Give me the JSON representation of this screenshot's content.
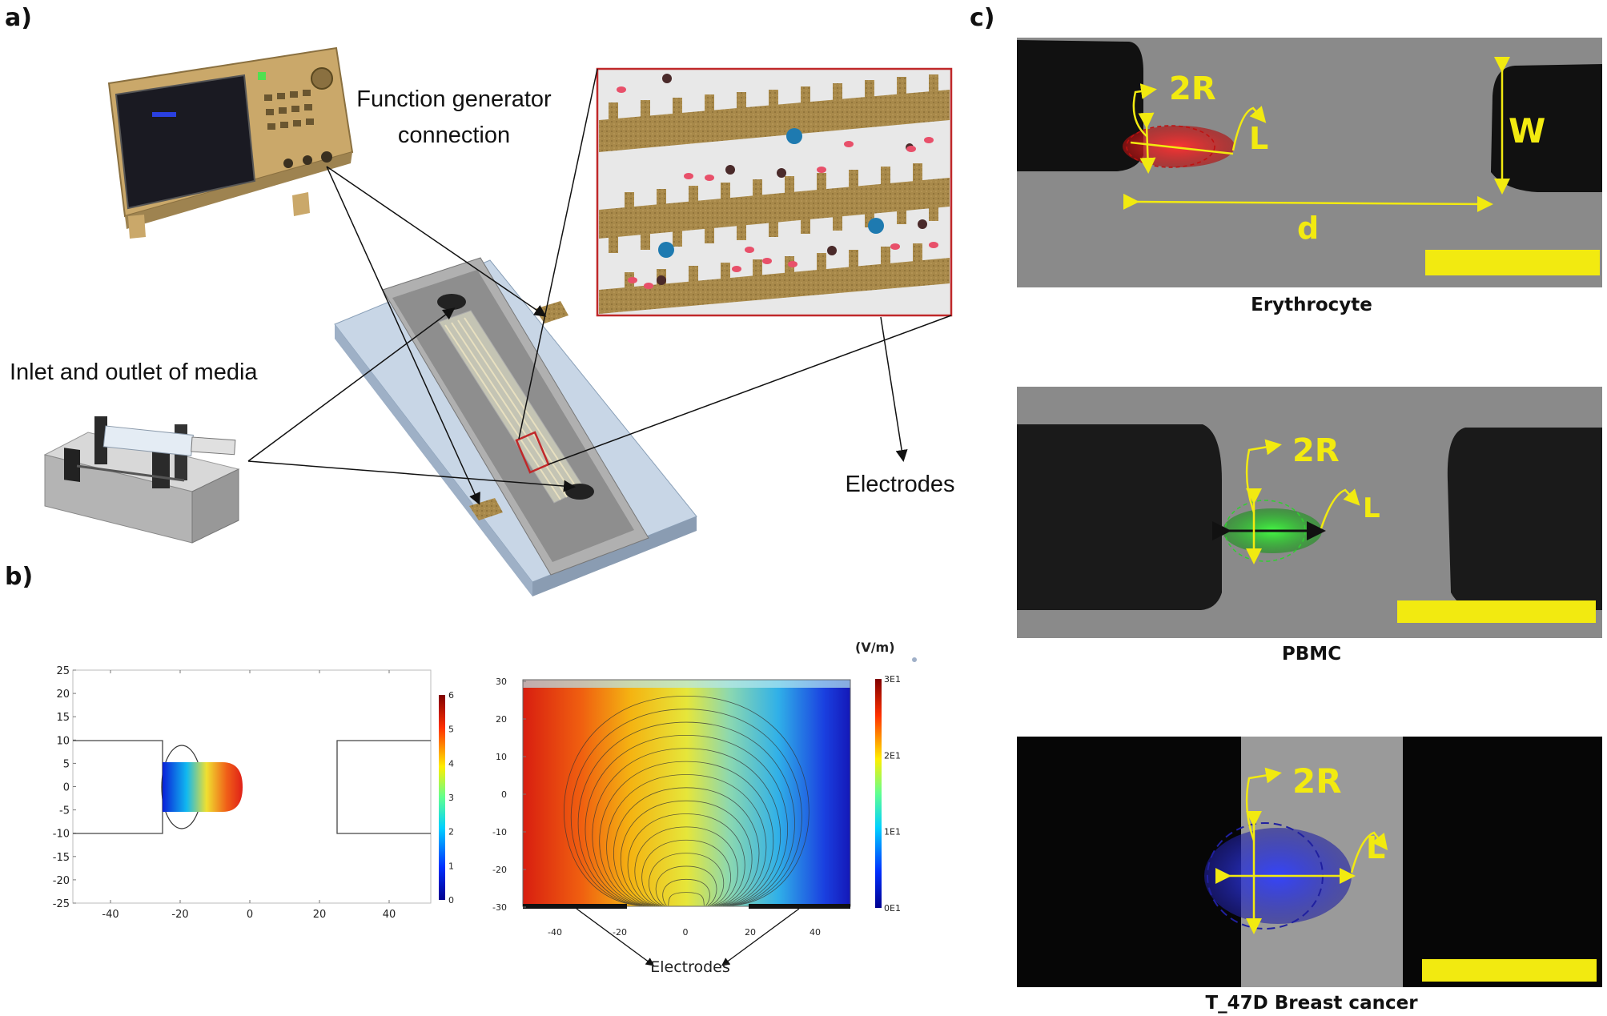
{
  "panels": {
    "a": {
      "label": "a)",
      "function_generator_line1": "Function generator",
      "function_generator_line2": "connection",
      "inlet_outlet": "Inlet and outlet of media",
      "electrodes": "Electrodes"
    },
    "b": {
      "label": "b)",
      "left_plot": {
        "y_ticks": [
          "25",
          "20",
          "15",
          "10",
          "5",
          "0",
          "-5",
          "-10",
          "-15",
          "-20",
          "-25"
        ],
        "x_ticks": [
          "-40",
          "-20",
          "0",
          "20",
          "40"
        ],
        "colorbar_ticks": [
          "6",
          "5",
          "4",
          "3",
          "2",
          "1",
          "0"
        ]
      },
      "right_plot": {
        "unit": "(V/m)",
        "y_ticks": [
          "30",
          "20",
          "10",
          "0",
          "-10",
          "-20",
          "-30"
        ],
        "x_ticks": [
          "-40",
          "-20",
          "0",
          "20",
          "40"
        ],
        "colorbar_ticks": [
          "3E1",
          "2E1",
          "1E1",
          "0E1"
        ],
        "electrodes_label": "Electrodes"
      }
    },
    "c": {
      "label": "c)",
      "images": [
        {
          "caption": "Erythrocyte",
          "radius_label": "2R",
          "length_label": "L",
          "width_label": "W",
          "distance_label": "d",
          "cell_color": "#e02020"
        },
        {
          "caption": "PBMC",
          "radius_label": "2R",
          "length_label": "L",
          "cell_color": "#20d020"
        },
        {
          "caption": "T_47D Breast cancer",
          "radius_label": "2R",
          "length_label": "L",
          "cell_color": "#2030e0"
        }
      ]
    }
  },
  "colors": {
    "annotation_yellow": "#f2ea10",
    "electrode_gold": "#a88a45",
    "zoom_frame": "#c0282a"
  }
}
